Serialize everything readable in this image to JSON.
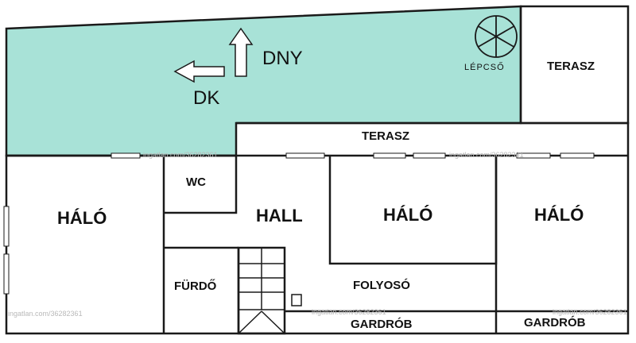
{
  "rooms": {
    "terasz_right": "TERASZ",
    "terasz_center": "TERASZ",
    "wc": "WC",
    "halo_left": "HÁLÓ",
    "hall": "HALL",
    "halo_center": "HÁLÓ",
    "halo_right": "HÁLÓ",
    "furdo": "FÜRDŐ",
    "folyoso": "FOLYOSÓ",
    "gardrob_center": "GARDRÓB",
    "gardrob_right": "GARDRÓB"
  },
  "stair_label": "LÉPCSŐ",
  "orientation": {
    "up": "DNY",
    "left": "DK"
  },
  "watermarks": [
    "ingatlan.com/36282361",
    "ingatlan.com/36282361",
    "ingatlan.com/36282361",
    "ingatlan.com/36282361",
    "ingatlan.com/36282361"
  ],
  "colors": {
    "garden": "#a8e2d7",
    "wall": "#1a1a1a",
    "background": "#ffffff"
  }
}
